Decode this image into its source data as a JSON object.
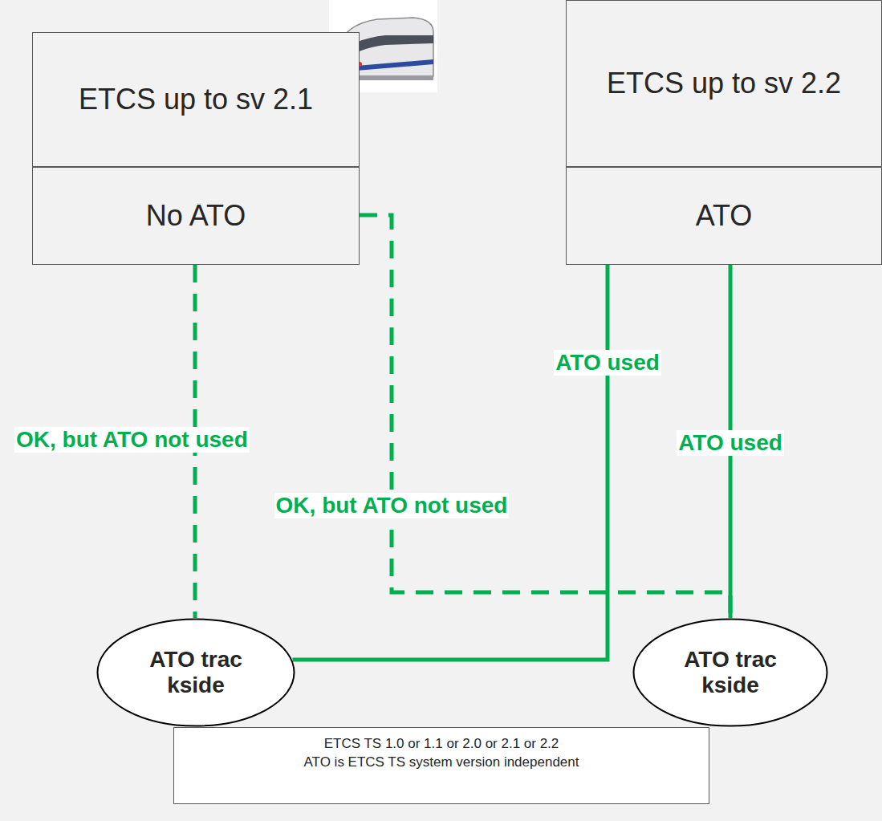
{
  "diagram": {
    "nodes": [
      {
        "text": [
          "ETCS up to sv 2.1"
        ]
      },
      {
        "text": [
          "No ATO"
        ]
      },
      {
        "text": [
          "ETCS up to sv 2.2"
        ]
      },
      {
        "text": [
          "ATO"
        ]
      },
      {
        "text": [
          "ATO trackside"
        ]
      },
      {
        "text": [
          "ATO trackside"
        ]
      },
      {
        "text": [
          "ETCS TS 1.0 or 1.1 or 2.0 or 2.1 or 2.2",
          "ATO is ETCS TS system version independent"
        ]
      }
    ],
    "edges": [
      {
        "from": 1,
        "to": 4,
        "arrow": "none",
        "label": "OK, but ATO not used"
      },
      {
        "from": 1,
        "to": 5,
        "arrow": "none",
        "label": "OK, but ATO not used"
      },
      {
        "from": 3,
        "to": 4,
        "arrow": "none",
        "label": "ATO used"
      },
      {
        "from": 3,
        "to": 5,
        "arrow": "none",
        "label": "ATO used"
      }
    ]
  }
}
